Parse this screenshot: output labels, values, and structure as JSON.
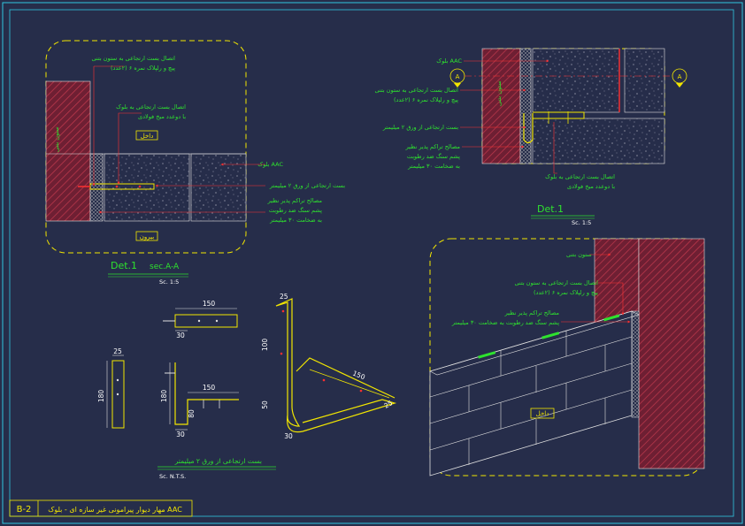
{
  "sheet": {
    "code": "B-2",
    "title": "مهار دیوار پیرامونی غیر سازه ای - بلوک AAC"
  },
  "colors": {
    "background": "#262d4a",
    "frame": "#30c8e0",
    "outline": "#f2e600",
    "label": "#2ee22e",
    "leader": "#ff3030",
    "hatch": "#a02a3a"
  },
  "det_left": {
    "title": "Det.1",
    "section": "sec.A-A",
    "scale": "Sc. 1:5",
    "labels": {
      "column_bolt": "اتصال بست ارتجاعی به ستون بتنی",
      "column_bolt_2": "پیچ و رلپلاک نمره ۶ (۲عدد)",
      "block_conn": "اتصال بست ارتجاعی به بلوک",
      "block_conn_2": "با دوعدد میخ فولادی",
      "inside": "داخل",
      "outside": "بیرون",
      "aac": "بلوک AAC",
      "clip": "بست ارتجاعی از ورق ۲ میلیمتر",
      "filler_1": "مصالح تراکم پذیر نظیر",
      "filler_2": "پشم سنگ ضد رطوبت",
      "filler_3": "به ضخامت ۳۰ میلیمتر",
      "column": "ستون بتنی"
    }
  },
  "det_right": {
    "title": "Det.1",
    "scale": "Sc. 1:5",
    "section_mark": "A",
    "labels": {
      "aac": "بلوک AAC",
      "column_bolt": "اتصال بست ارتجاعی به ستون بتنی",
      "column_bolt_2": "پیچ و رلپلاک نمره ۶ (۲عدد)",
      "clip": "بست ارتجاعی از ورق ۲ میلیمتر",
      "filler_1": "مصالح تراکم پذیر نظیر",
      "filler_2": "پشم سنگ ضد رطوبت",
      "filler_3": "به ضخامت ۳۰ میلیمتر",
      "block_conn": "اتصال بست ارتجاعی به بلوک",
      "block_conn_2": "با دوعدد میخ فولادی",
      "column": "ستون بتنی"
    }
  },
  "clip_detail": {
    "title": "بست ارتجاعی از ورق ۲ میلیمتر",
    "scale": "Sc. N.T.S.",
    "dims": {
      "d150": "150",
      "d30": "30",
      "d25": "25",
      "d180": "180",
      "d80": "80",
      "d100": "100",
      "d50": "50"
    }
  },
  "iso": {
    "labels": {
      "column": "ستون بتنی",
      "clip_1": "اتصال بست ارتجاعی به ستون بتنی",
      "clip_2": "پیچ و رلپلاک نمره ۶ (۲عدد)",
      "filler_1": "مصالح تراکم پذیر نظیر",
      "filler_2": "پشم سنگ ضد رطوبت به ضخامت ۳۰ میلیمتر",
      "inside": "داخل"
    }
  }
}
